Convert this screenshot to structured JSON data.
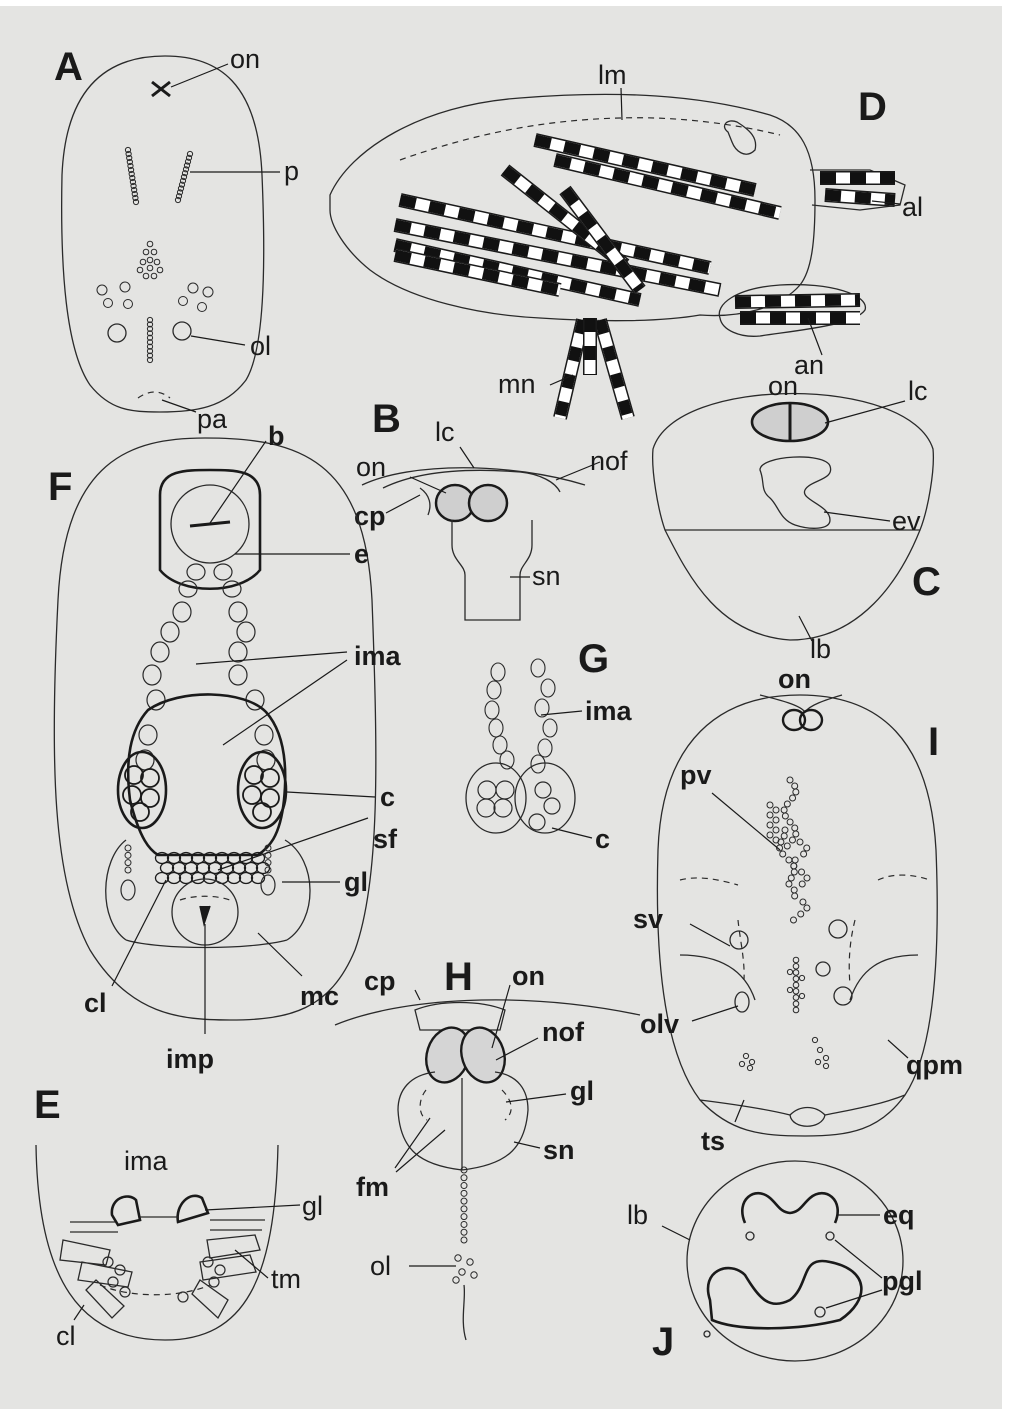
{
  "panels": {
    "A": "A",
    "B": "B",
    "C": "C",
    "D": "D",
    "E": "E",
    "F": "F",
    "G": "G",
    "H": "H",
    "I": "I",
    "J": "J"
  },
  "labels": {
    "a_on": "on",
    "a_p": "p",
    "a_ol": "ol",
    "a_pa": "pa",
    "d_lm": "lm",
    "d_al": "al",
    "d_an": "an",
    "d_mn": "mn",
    "b_lc": "lc",
    "b_on": "on",
    "b_nof": "nof",
    "b_cp": "cp",
    "b_sn": "sn",
    "c_on": "on",
    "c_lc": "lc",
    "c_ev": "ev",
    "c_lb": "lb",
    "f_b": "b",
    "f_e": "e",
    "f_ima": "ima",
    "f_c": "c",
    "f_sf": "sf",
    "f_gl": "gl",
    "f_cl": "cl",
    "f_imp": "imp",
    "f_mc": "mc",
    "g_ima": "ima",
    "g_c": "c",
    "i_on": "on",
    "i_pv": "pv",
    "i_sv": "sv",
    "i_olv": "olv",
    "i_qpm": "qpm",
    "i_ts": "ts",
    "h_cp": "cp",
    "h_on": "on",
    "h_nof": "nof",
    "h_gl": "gl",
    "h_sn": "sn",
    "h_fm": "fm",
    "h_ol": "ol",
    "e_ima": "ima",
    "e_gl": "gl",
    "e_tm": "tm",
    "e_cl": "cl",
    "j_lb": "lb",
    "j_eq": "eq",
    "j_pgl": "pgl"
  }
}
